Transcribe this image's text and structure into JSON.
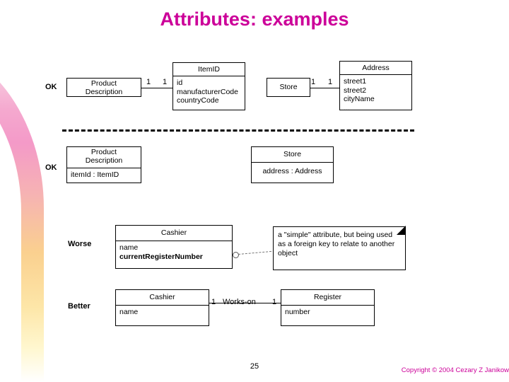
{
  "slide": {
    "title": "Attributes: examples",
    "page_number": "25",
    "copyright": "Copyright © 2004 Cezary Z Janikow",
    "accent_color": "#cc0099"
  },
  "row1": {
    "label": "OK",
    "product_class": {
      "name_line1": "Product",
      "name_line2": "Description"
    },
    "mult_left": "1",
    "mult_right": "1",
    "item_id_class": {
      "name": "ItemID",
      "attributes": [
        "id",
        "manufacturerCode",
        "countryCode"
      ]
    },
    "store_class": {
      "name": "Store"
    },
    "store_mult_left": "1",
    "store_mult_right": "1",
    "address_class": {
      "name": "Address",
      "attributes": [
        "street1",
        "street2",
        "cityName",
        "..."
      ]
    }
  },
  "row2": {
    "label": "OK",
    "product_class": {
      "name_line1": "Product",
      "name_line2": "Description",
      "attributes": [
        "itemId : ItemID"
      ]
    },
    "store_class": {
      "name": "Store",
      "attributes": [
        "address : Address"
      ]
    }
  },
  "row3": {
    "label": "Worse",
    "cashier_class": {
      "name": "Cashier",
      "attributes": [
        "name",
        "currentRegisterNumber"
      ]
    },
    "note": "a \"simple\" attribute, but being used as a foreign key to relate to another object"
  },
  "row4": {
    "label": "Better",
    "cashier_class": {
      "name": "Cashier",
      "attributes": [
        "name"
      ]
    },
    "mult_left": "1",
    "association_name": "Works-on",
    "mult_right": "1",
    "register_class": {
      "name": "Register",
      "attributes": [
        "number"
      ]
    }
  }
}
